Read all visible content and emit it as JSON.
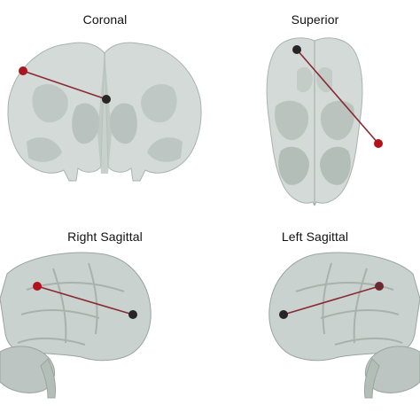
{
  "views": {
    "coronal": {
      "label": "Coronal"
    },
    "superior": {
      "label": "Superior"
    },
    "right_sagittal": {
      "label": "Right Sagittal"
    },
    "left_sagittal": {
      "label": "Left Sagittal"
    }
  },
  "colors": {
    "brain_fill": "#c7d0cc",
    "brain_fill_dark": "#a7b2ad",
    "brain_outline": "#9aa5a0",
    "connection_line": "#8a2a35",
    "node_red": "#b3121d",
    "node_dark": "#2a2a2a"
  }
}
